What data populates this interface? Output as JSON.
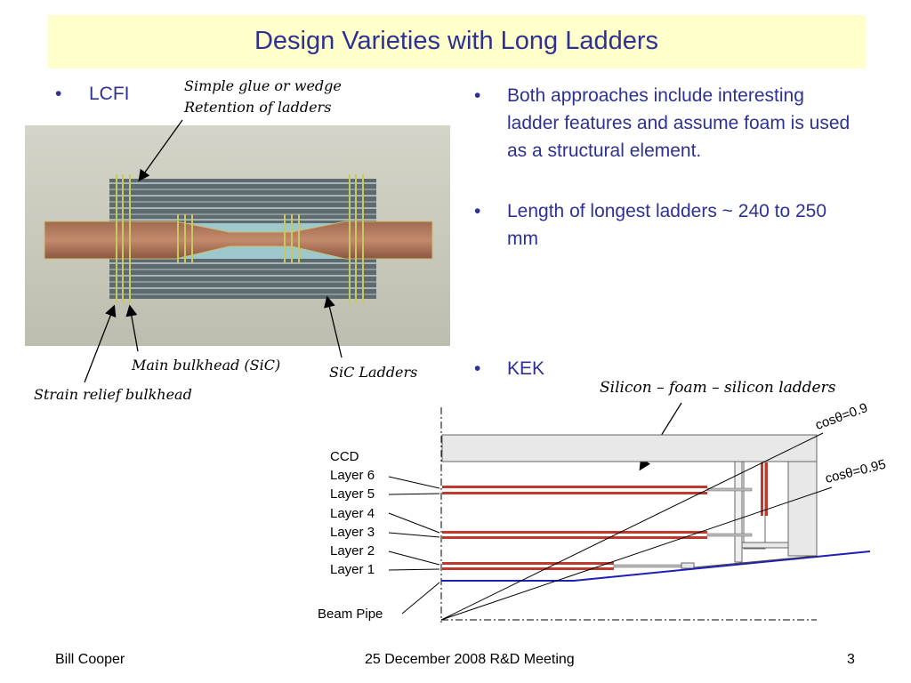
{
  "title": "Design Varieties with Long Ladders",
  "left": {
    "bullet": "LCFI",
    "annotations": {
      "glue": "Simple glue or wedge",
      "retention": "Retention of ladders",
      "main_bulkhead": "Main bulkhead (SiC)",
      "sic_ladders": "SiC Ladders",
      "strain_relief": "Strain relief bulkhead"
    }
  },
  "right": {
    "bullets": [
      "Both approaches include interesting ladder features and assume foam is used as a structural element.",
      "Length of longest ladders ~ 240 to 250 mm"
    ],
    "kek_bullet": "KEK",
    "kek_annotation": "Silicon – foam – silicon ladders"
  },
  "kek_diagram": {
    "labels": [
      "CCD",
      "Layer 6",
      "Layer 5",
      "Layer 4",
      "Layer 3",
      "Layer 2",
      "Layer 1"
    ],
    "beam_pipe": "Beam Pipe",
    "cos09": "cosθ=0.9",
    "cos095": "cosθ=0.95"
  },
  "footer": {
    "author": "Bill Cooper",
    "meeting": "25 December 2008 R&D Meeting",
    "page": "3"
  },
  "colors": {
    "title_text": "#2e3192",
    "title_bg": "#ffffcc",
    "ladder_red": "#c0392b",
    "beam_pipe_blue": "#1f1fb4",
    "render_bg": "#c8c8bc"
  }
}
